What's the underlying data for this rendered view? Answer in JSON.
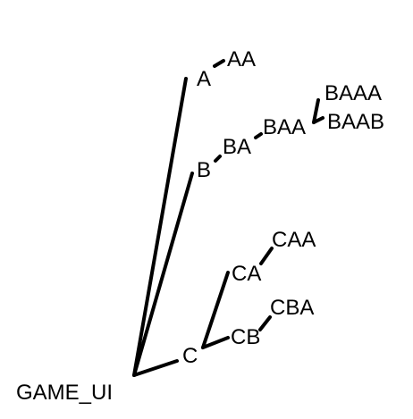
{
  "diagram": {
    "type": "tree",
    "root": "GAME_UI",
    "nodes": {
      "game_ui": "GAME_UI",
      "a": "A",
      "aa": "AA",
      "b": "B",
      "ba": "BA",
      "baa": "BAA",
      "baaa": "BAAA",
      "baab": "BAAB",
      "c": "C",
      "ca": "CA",
      "caa": "CAA",
      "cb": "CB",
      "cba": "CBA"
    },
    "edges": [
      [
        "GAME_UI",
        "A"
      ],
      [
        "A",
        "AA"
      ],
      [
        "GAME_UI",
        "B"
      ],
      [
        "B",
        "BA"
      ],
      [
        "BA",
        "BAA"
      ],
      [
        "BAA",
        "BAAA"
      ],
      [
        "BAA",
        "BAAB"
      ],
      [
        "GAME_UI",
        "C"
      ],
      [
        "C",
        "CA"
      ],
      [
        "CA",
        "CAA"
      ],
      [
        "C",
        "CB"
      ],
      [
        "CB",
        "CBA"
      ]
    ],
    "colors": {
      "line": "#000000",
      "text": "#000000",
      "background": "#ffffff"
    }
  }
}
